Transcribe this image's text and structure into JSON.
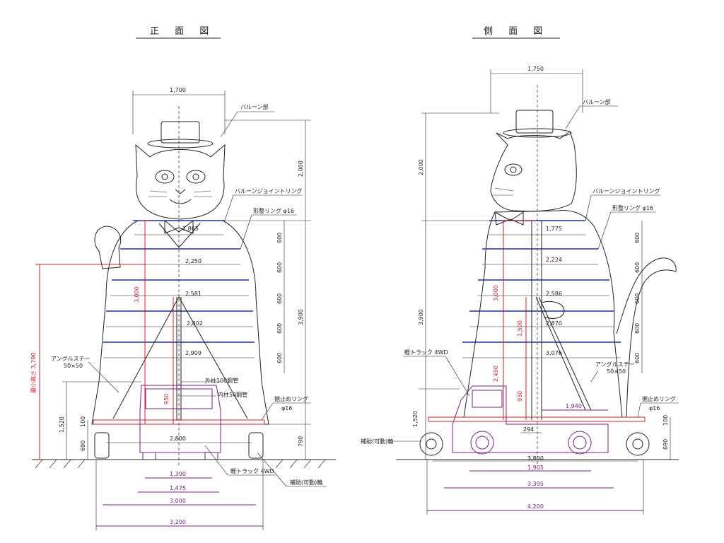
{
  "views": {
    "front": {
      "title": "正 面 図",
      "labels": {
        "balloon_part": "バルーン部",
        "balloon_joint_ring": "バルーンジョイントリング",
        "shape_ring": "形整リング φ16",
        "angle_stay": "アングルステー",
        "angle_stay_size": "50×50",
        "outer_pipe": "外柱100鋼管",
        "inner_pipe": "内柱50鋼管",
        "stopper_ring": "据止めリング",
        "stopper_ring_size": "φ16",
        "light_truck": "軽トラック 4WD",
        "aux_wheel": "補助(可動)輪",
        "min_height": "最小高さ 3,790"
      },
      "dims": {
        "top_width": "1,700",
        "h_2000": "2,000",
        "h_3900": "3,900",
        "h_790": "790",
        "h_1520": "1,520",
        "h_100": "100",
        "h_690": "690",
        "h_3000_red": "3,000",
        "h_950_red": "950",
        "ring_1": "1,865",
        "ring_2": "2,250",
        "ring_3": "2,581",
        "ring_4": "2,802",
        "ring_5": "2,909",
        "ring_spacing": [
          "600",
          "600",
          "600",
          "600",
          "600"
        ],
        "frame_width": "2,800",
        "w_1300": "1,300",
        "w_1475": "1,475",
        "w_3000": "3,000",
        "w_3200": "3,200"
      }
    },
    "side": {
      "title": "側 面 図",
      "labels": {
        "balloon_part": "バルーン部",
        "balloon_joint_ring": "バルーンジョイントリング",
        "shape_ring": "形整リング φ16",
        "light_truck": "軽トラック 4WD",
        "angle_stay": "アングルステー",
        "angle_stay_size": "50×50",
        "stopper_ring": "据止めリング",
        "stopper_ring_size": "φ16",
        "aux_wheel": "補助(可動)輪"
      },
      "dims": {
        "top_width": "1,750",
        "h_2000": "2,000",
        "h_3900": "3,900",
        "h_1520": "1,520",
        "h_100": "100",
        "h_690": "690",
        "h_3000_red": "3,000",
        "h_1500_red": "1,500",
        "h_2450_red": "2,450",
        "h_930_red": "930",
        "ring_1": "1,775",
        "ring_2": "2,224",
        "ring_3": "2,586",
        "ring_4": "2,870",
        "ring_5": "3,076",
        "ring_spacing": [
          "600",
          "600",
          "600",
          "600",
          "600"
        ],
        "w_1940": "1,940",
        "w_294": "294",
        "w_3800": "3,800",
        "w_1905": "1,905",
        "w_3395": "3,395",
        "w_4200": "4,200"
      }
    }
  },
  "colors": {
    "line": "#222222",
    "red_dimension": "#d0202a",
    "purple_dimension": "#7a1f8a",
    "blue_ring": "#1f2fa8"
  }
}
